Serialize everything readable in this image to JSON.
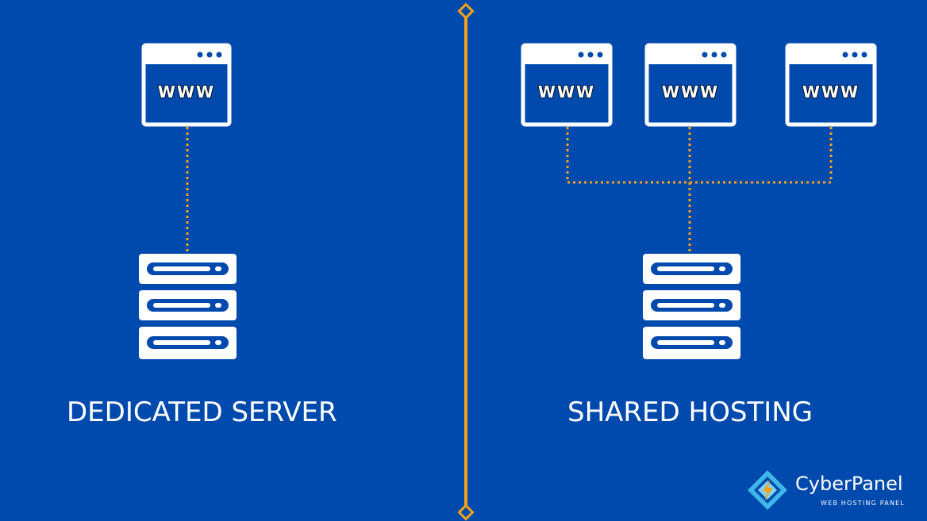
{
  "colors": {
    "background": "#004aad",
    "icon": "#ffffff",
    "connector": "#f5a31a",
    "divider": "#f5a31a",
    "logo_blue": "#3db8e8",
    "logo_orange": "#f5a31a"
  },
  "sections": {
    "dedicated": {
      "label": "DEDICATED SERVER",
      "sites": [
        {
          "text": "WWW"
        }
      ]
    },
    "shared": {
      "label": "SHARED HOSTING",
      "sites": [
        {
          "text": "WWW"
        },
        {
          "text": "WWW"
        },
        {
          "text": "WWW"
        }
      ]
    }
  },
  "icons": {
    "website": "browser-window-icon",
    "server": "server-rack-icon",
    "logo": "cyberpanel-logo-icon"
  },
  "brand": {
    "name": "CyberPanel",
    "tagline": "WEB HOSTING PANEL"
  }
}
